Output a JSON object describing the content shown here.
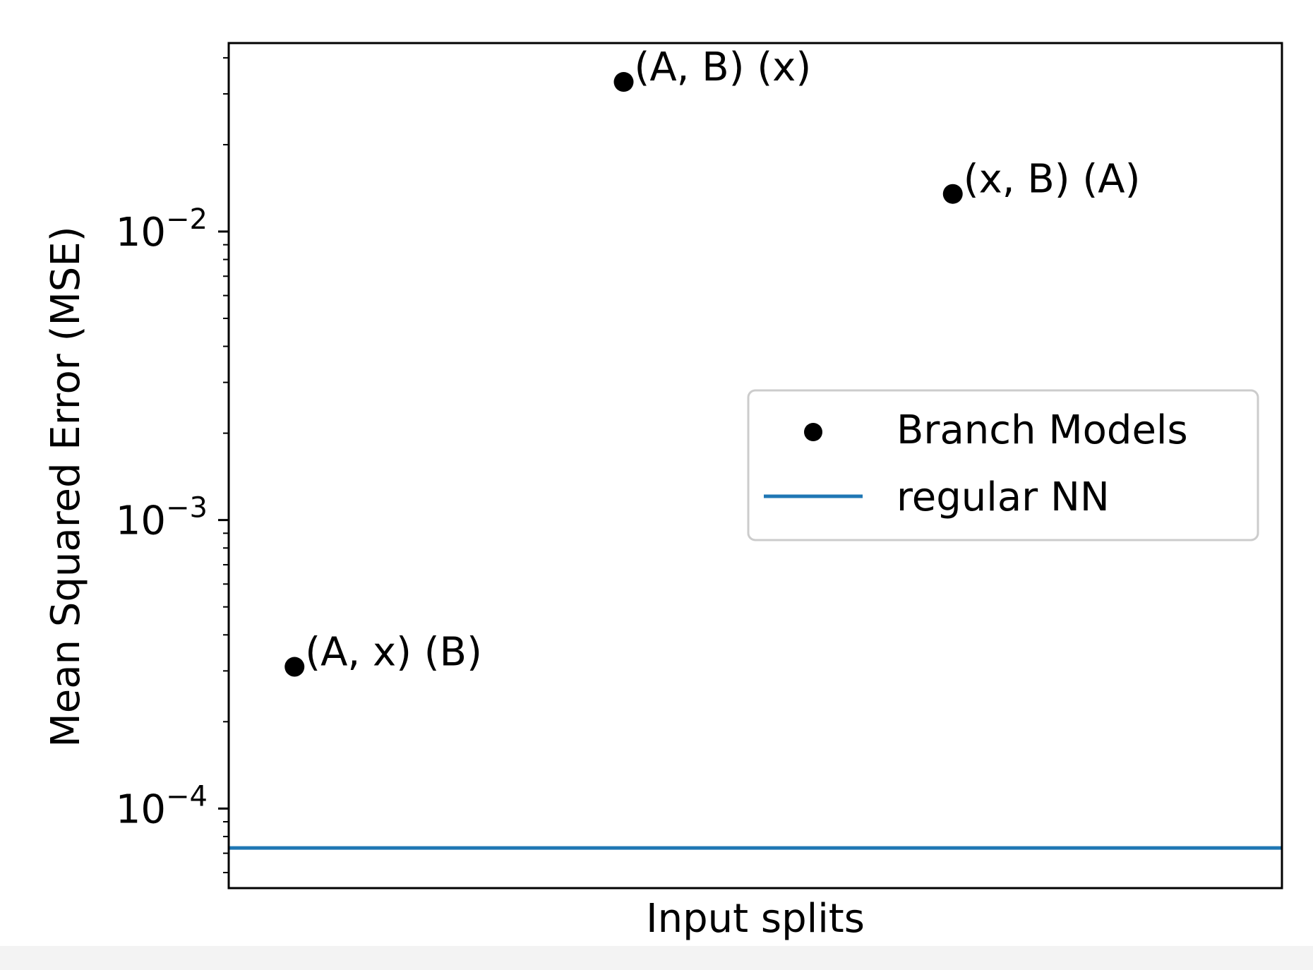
{
  "chart_data": {
    "type": "scatter",
    "title": "",
    "xlabel": "Input splits",
    "ylabel": "Mean Squared Error (MSE)",
    "yscale": "log",
    "ylim": [
      5.3e-05,
      0.045
    ],
    "xlim": [
      0,
      1
    ],
    "y_ticks": [
      {
        "value": 0.0001,
        "base": "10",
        "exp": "−4"
      },
      {
        "value": 0.001,
        "base": "10",
        "exp": "−3"
      },
      {
        "value": 0.01,
        "base": "10",
        "exp": "−2"
      }
    ],
    "grid": false,
    "legend": {
      "placement": "center-right",
      "entries": [
        {
          "label": "Branch Models",
          "marker": "dot",
          "color": "#000000"
        },
        {
          "label": "regular NN",
          "marker": "line",
          "color": "#1f77b4"
        }
      ]
    },
    "series": [
      {
        "name": "Branch Models",
        "color": "#000000",
        "points": [
          {
            "x": 0.0625,
            "y": 0.00031,
            "label": "(A, x) (B)"
          },
          {
            "x": 0.375,
            "y": 0.033,
            "label": "(A, B) (x)"
          },
          {
            "x": 0.6875,
            "y": 0.0135,
            "label": "(x, B) (A)"
          }
        ]
      },
      {
        "name": "regular NN",
        "color": "#1f77b4",
        "hline": 7.3e-05
      }
    ]
  }
}
